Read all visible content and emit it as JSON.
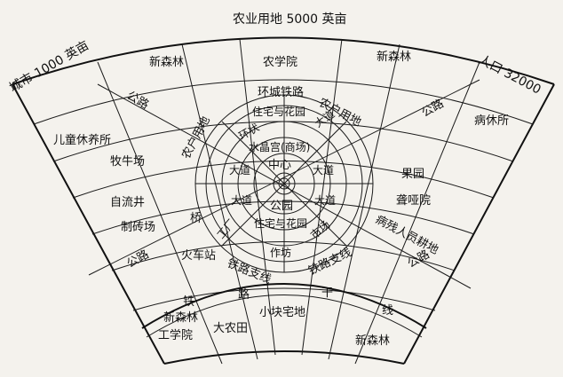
{
  "borders": {
    "top": "农业用地 5000 英亩",
    "left": "城市 1000 英亩",
    "right": "人口 32000"
  },
  "labels": {
    "new_forest_top_left": "新森林",
    "agri_college": "农学院",
    "new_forest_top_right": "新森林",
    "road_upper_left": "公路",
    "road_upper_right": "公路",
    "ring_railway": "环城铁路",
    "farm_land_left": "农户用地",
    "farm_land_right": "农户用地",
    "children_home": "儿童休养所",
    "sanatorium": "病休所",
    "cattle_farm": "牧牛场",
    "orchard": "果园",
    "deaf_school": "聋哑院",
    "self_well": "自流井",
    "brickyard": "制砖场",
    "disabled_farm": "病残人员耕地",
    "bridge": "桥",
    "road_lower_left": "公路",
    "road_lower_right": "公路",
    "train_station": "火车站",
    "rail_branch_left": "铁路支线",
    "rail_branch_right": "铁路支线",
    "mainline_1": "铁",
    "mainline_2": "路",
    "mainline_3": "干",
    "mainline_4": "线",
    "new_forest_bottom": "新森林",
    "eng_college": "工学院",
    "big_farm": "大农田",
    "smallholdings": "小块宅地",
    "new_forest_bottom_right": "新森林"
  },
  "center": {
    "housing_top": "住宅与花园",
    "ring_top": "环状",
    "grand_ave_top": "大道",
    "crystal": "水晶宫(商场)",
    "center_label": "中心",
    "ave_left": "大道",
    "ave_right": "大道",
    "ave_lower_left": "大道",
    "ave_lower_right": "大道",
    "park": "公园",
    "housing_bottom": "住宅与花园",
    "factory": "工厂",
    "market": "市场",
    "workshop": "作坊"
  }
}
